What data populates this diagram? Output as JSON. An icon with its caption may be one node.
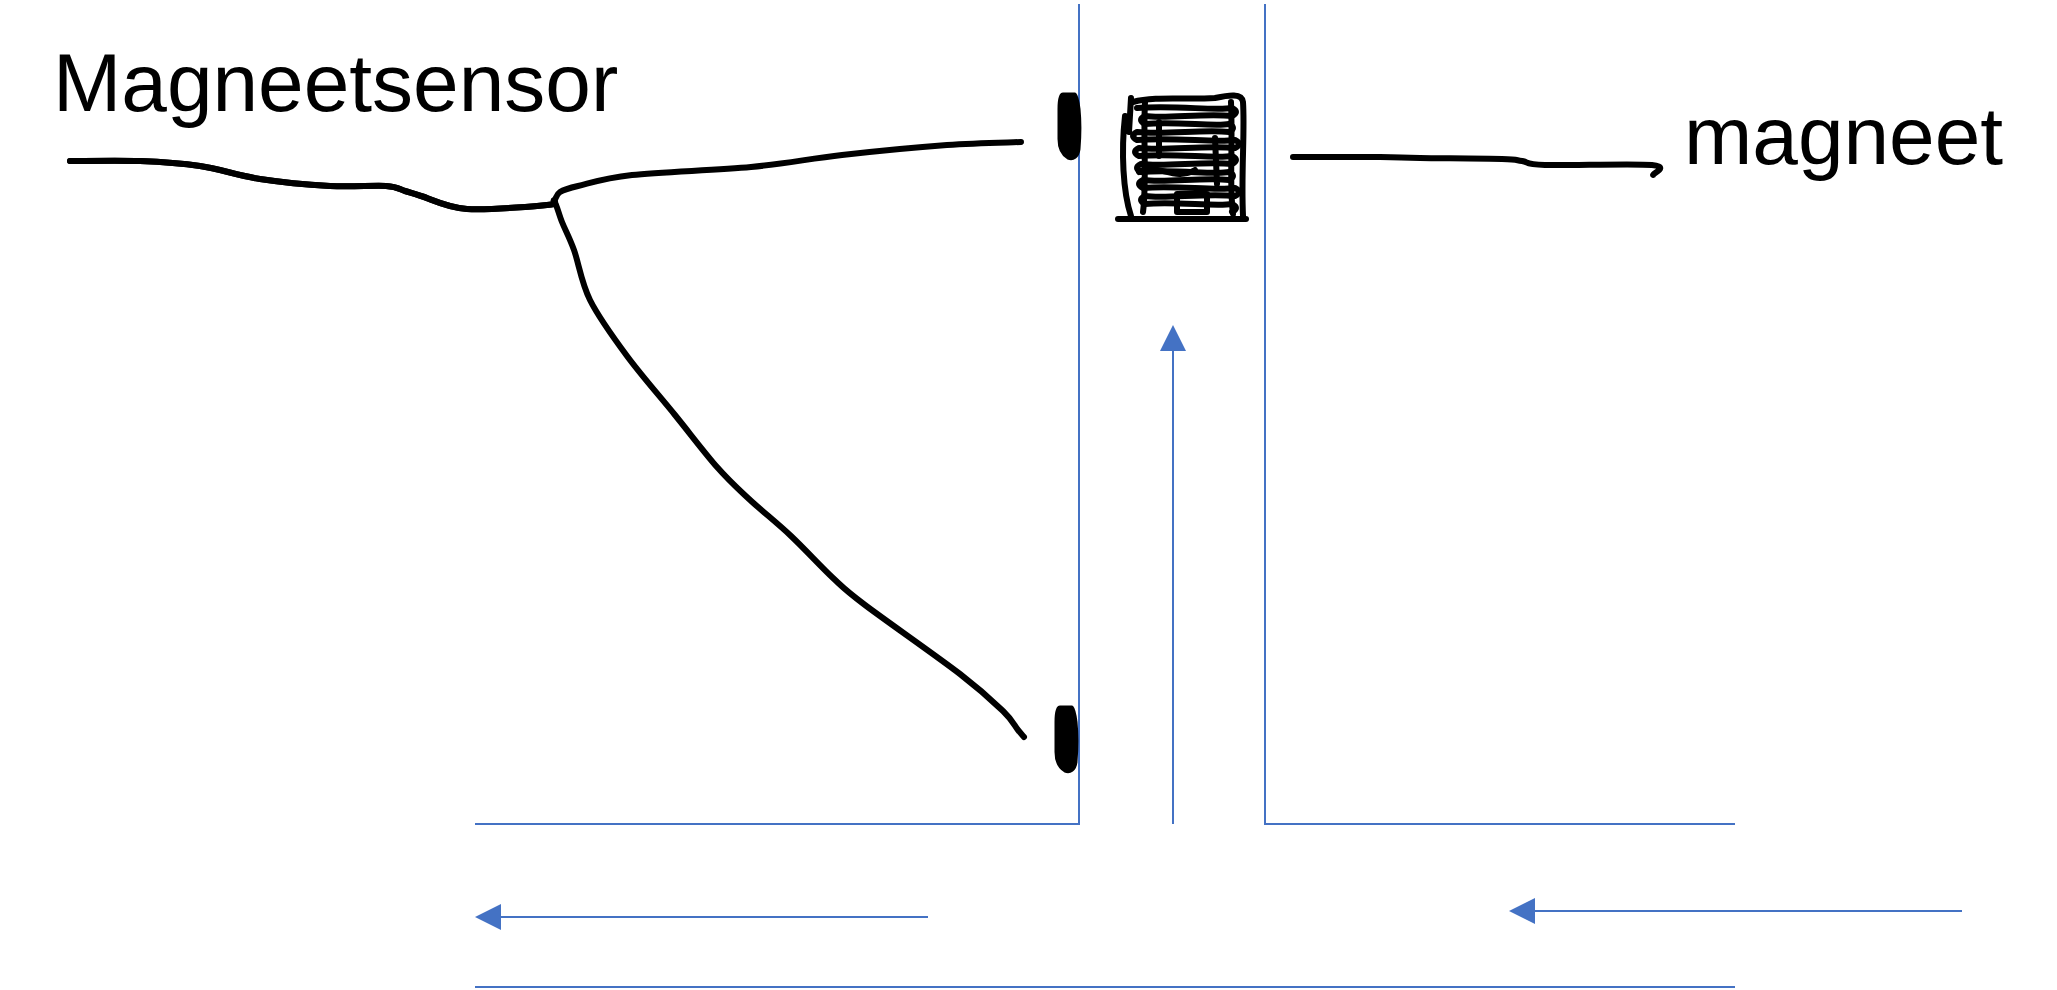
{
  "diagram": {
    "nodes": [
      {
        "text": [
          "Magneetsensor"
        ]
      },
      {
        "text": [],
        "shape": "bar"
      },
      {
        "text": [],
        "shape": "box"
      },
      {
        "text": [
          "magneet"
        ]
      },
      {
        "text": [],
        "shape": "bar"
      }
    ],
    "edges": [
      {
        "from": 0,
        "to": 1,
        "arrow": "none"
      },
      {
        "from": 0,
        "to": 4,
        "arrow": "none"
      },
      {
        "from": 3,
        "to": 2,
        "arrow": "none"
      }
    ]
  }
}
